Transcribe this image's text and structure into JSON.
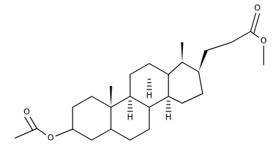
{
  "atoms": {
    "carbonyl_oxygen_left": "O",
    "ester_oxygen_left": "O",
    "carbonyl_oxygen_right": "O",
    "ester_oxygen_right": "O",
    "h_c9": "H",
    "h_c8": "H",
    "h_c14": "H"
  },
  "colors": {
    "bond": "#000000",
    "background": "#ffffff"
  }
}
